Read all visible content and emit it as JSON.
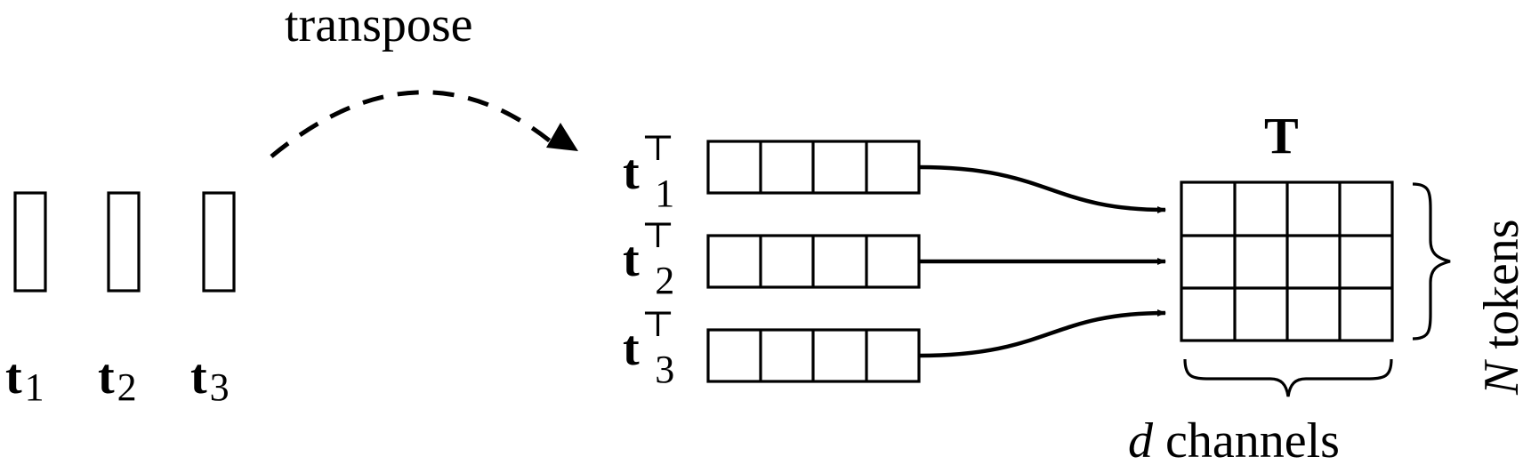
{
  "transpose_label": "transpose",
  "vectors": [
    {
      "symbol": "t",
      "index": "1"
    },
    {
      "symbol": "t",
      "index": "2"
    },
    {
      "symbol": "t",
      "index": "3"
    }
  ],
  "row_vectors": [
    {
      "symbol": "t",
      "index": "1",
      "superscript": "⊤"
    },
    {
      "symbol": "t",
      "index": "2",
      "superscript": "⊤"
    },
    {
      "symbol": "t",
      "index": "3",
      "superscript": "⊤"
    }
  ],
  "matrix": {
    "label": "T",
    "rows": 3,
    "cols": 4
  },
  "channels_label": {
    "var": "d",
    "text": " channels"
  },
  "tokens_label": {
    "var": "N",
    "text": " tokens"
  }
}
